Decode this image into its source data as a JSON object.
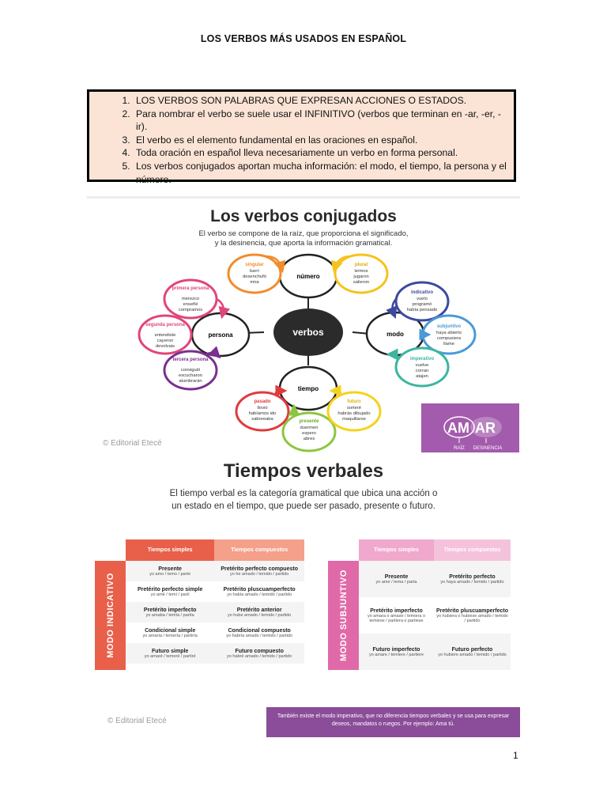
{
  "doc": {
    "title": "LOS VERBOS MÁS USADOS EN ESPAÑOL",
    "facts": [
      "LOS VERBOS SON PALABRAS QUE EXPRESAN ACCIONES O ESTADOS.",
      "Para nombrar el verbo se suele usar el INFINITIVO (verbos que terminan en -ar, -er, -ir).",
      "El verbo es el elemento fundamental en las oraciones en español.",
      "Toda oración en español lleva necesariamente un verbo en forma personal.",
      "Los verbos conjugados aportan mucha información: el modo, el tiempo, la persona y el número."
    ],
    "page_number": "1"
  },
  "diagram": {
    "title": "Los verbos conjugados",
    "subtitle_1": "El verbo se compone de la raíz, que proporciona el significado,",
    "subtitle_2": "y la desinencia, que aporta la información gramatical.",
    "center": "verbos",
    "hubs": {
      "numero": "número",
      "persona": "persona",
      "modo": "modo",
      "tiempo": "tiempo"
    },
    "leaves": {
      "singular": {
        "title": "singular",
        "lines": [
          "barrí",
          "desenchufó",
          "mira"
        ]
      },
      "plural": {
        "title": "plural",
        "lines": [
          "leímos",
          "jugaron",
          "salieron"
        ]
      },
      "primera": {
        "title": "primera persona",
        "lines": [
          "merezco",
          "enseñé",
          "compramos"
        ]
      },
      "segunda": {
        "title": "segunda persona",
        "lines": [
          "entendiste",
          "cayeron",
          "devolvais"
        ]
      },
      "tercera": {
        "title": "tercera persona",
        "lines": [
          "consiguió",
          "escucharon",
          "alumbrarán"
        ]
      },
      "indicativo": {
        "title": "indicativo",
        "lines": [
          "vuelo",
          "programó",
          "había pensado"
        ]
      },
      "subjuntivo": {
        "title": "subjuntivo",
        "lines": [
          "haya abierto",
          "compusiera",
          "llame"
        ]
      },
      "imperativo": {
        "title": "imperativo",
        "lines": [
          "vuelve",
          "corran",
          "atajen"
        ]
      },
      "pasado": {
        "title": "pasado",
        "lines": [
          "llovió",
          "habíamos ido",
          "saboreaba"
        ]
      },
      "presente": {
        "title": "presente",
        "lines": [
          "duermen",
          "espero",
          "abres"
        ]
      },
      "futuro": {
        "title": "futuro",
        "lines": [
          "sorteré",
          "habrás dibujado",
          "maquillarse"
        ]
      }
    },
    "amar": {
      "word_raiz": "AM",
      "word_des": "AR",
      "raiz": "RAÍZ",
      "desinencia": "DESINENCIA"
    },
    "credit": "© Editorial Etecé"
  },
  "tiempos": {
    "title": "Tiempos verbales",
    "subtitle_1": "El tiempo verbal es la categoría gramatical que ubica una acción o",
    "subtitle_2": "un estado en el tiempo, que puede ser pasado, presente o futuro.",
    "indicativo": {
      "label": "MODO INDICATIVO",
      "head_simple": "Tiempos simples",
      "head_compuesto": "Tiempos compuestos",
      "rows": [
        {
          "s_name": "Presente",
          "s_ex": "yo amo / temo / parto",
          "c_name": "Pretérito perfecto compuesto",
          "c_ex": "yo he amado / temido / partido"
        },
        {
          "s_name": "Pretérito perfecto simple",
          "s_ex": "yo amé / temí / partí",
          "c_name": "Pretérito pluscuamperfecto",
          "c_ex": "yo había amado / temido / partido"
        },
        {
          "s_name": "Pretérito imperfecto",
          "s_ex": "yo amaba / temía / partía",
          "c_name": "Pretérito anterior",
          "c_ex": "yo hube amado / temido / partido"
        },
        {
          "s_name": "Condicional simple",
          "s_ex": "yo amaría / temería / partiría",
          "c_name": "Condicional compuesto",
          "c_ex": "yo habría amado / temido / partido"
        },
        {
          "s_name": "Futuro simple",
          "s_ex": "yo amaré / temeré / partiré",
          "c_name": "Futuro compuesto",
          "c_ex": "yo habré amado / temido / partido"
        }
      ]
    },
    "subjuntivo": {
      "label": "MODO SUBJUNTIVO",
      "head_simple": "Tiempos simples",
      "head_compuesto": "Tiempos compuestos",
      "rows": [
        {
          "s_name": "Presente",
          "s_ex": "yo ame / tema / parta",
          "c_name": "Pretérito perfecto",
          "c_ex": "yo haya amado / temido / partido"
        },
        {
          "s_name": "Pretérito imperfecto",
          "s_ex": "yo amara o amase / temiera o temiese / partiera o partiese",
          "c_name": "Pretérito pluscuamperfecto",
          "c_ex": "yo hubiera o hubiese amado / temido / partido"
        },
        {
          "s_name": "Futuro imperfecto",
          "s_ex": "yo amare / temiere / partiere",
          "c_name": "Futuro perfecto",
          "c_ex": "yo hubiere amado / temido / partido"
        }
      ]
    },
    "note": "También existe el modo imperativo, que no diferencia tiempos verbales y se usa para expresar deseos, mandatos o ruegos. Por ejemplo: Ama tú.",
    "credit": "© Editorial Etecé"
  },
  "colors": {
    "numero_left": "#f28c2b",
    "numero_right": "#f6c21c",
    "persona": "#e0457b",
    "persona_3": "#7b2f8f",
    "modo_1": "#3b4aa0",
    "modo_2": "#4a9ad8",
    "modo_3": "#3cb5a0",
    "tiempo_1": "#e03a3e",
    "tiempo_2": "#8cc63f",
    "tiempo_3": "#f6d21c",
    "indicativo_dark": "#e8604a",
    "indicativo_light": "#f4a08a",
    "subjuntivo_dark": "#e06aa8",
    "subjuntivo_light": "#f0a8cc",
    "purple": "#8b4c99"
  }
}
